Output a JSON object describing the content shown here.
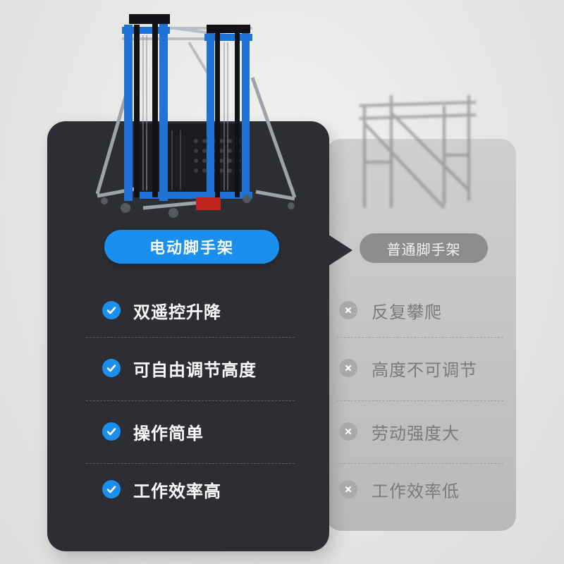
{
  "colors": {
    "accent": "#1a8ff0",
    "dark_card": "#2d2e34",
    "gray_card": "#c4c4c4",
    "gray_pill": "#8c8c8c"
  },
  "electric": {
    "title": "电动脚手架",
    "features": [
      "双遥控升降",
      "可自由调节高度",
      "操作简单",
      "工作效率高"
    ],
    "icon": "check-circle-icon"
  },
  "ordinary": {
    "title": "普通脚手架",
    "drawbacks": [
      "反复攀爬",
      "高度不可调节",
      "劳动强度大",
      "工作效率低"
    ],
    "icon": "x-circle-icon"
  }
}
